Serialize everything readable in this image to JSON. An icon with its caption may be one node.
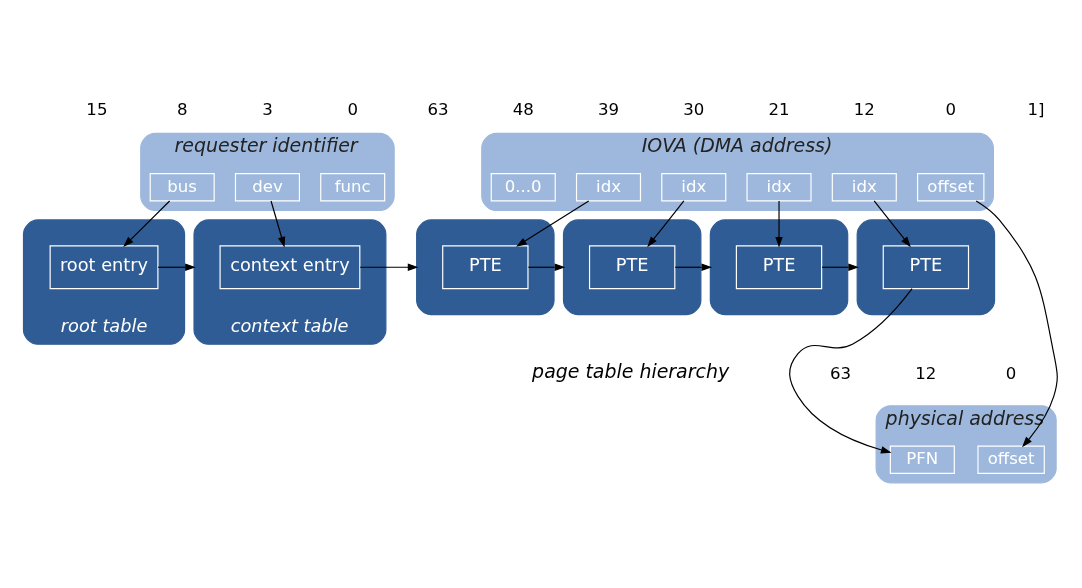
{
  "diagram": {
    "nodes": [
      {
        "text": [
          "requester identifier"
        ]
      },
      {
        "text": [
          "bus"
        ],
        "in": 0
      },
      {
        "text": [
          "dev"
        ],
        "in": 0
      },
      {
        "text": [
          "func"
        ],
        "in": 0
      },
      {
        "text": [
          "IOVA (DMA address)"
        ]
      },
      {
        "text": [
          "0...0"
        ],
        "in": 4
      },
      {
        "text": [
          "idx"
        ],
        "in": 4
      },
      {
        "text": [
          "idx"
        ],
        "in": 4
      },
      {
        "text": [
          "idx"
        ],
        "in": 4
      },
      {
        "text": [
          "idx"
        ],
        "in": 4
      },
      {
        "text": [
          "offset"
        ],
        "in": 4
      },
      {
        "text": [
          "root table"
        ]
      },
      {
        "text": [
          "root entry"
        ],
        "in": 11
      },
      {
        "text": [
          "context table"
        ]
      },
      {
        "text": [
          "context entry"
        ],
        "in": 13
      },
      {
        "text": [],
        "shape": "box"
      },
      {
        "text": [],
        "shape": "box"
      },
      {
        "text": [],
        "shape": "box"
      },
      {
        "text": [],
        "shape": "box"
      },
      {
        "text": [
          "PTE"
        ],
        "in": 15
      },
      {
        "text": [
          "PTE"
        ],
        "in": 16
      },
      {
        "text": [
          "PTE"
        ],
        "in": 17
      },
      {
        "text": [
          "PTE"
        ],
        "in": 18
      },
      {
        "text": [
          "physical address"
        ]
      },
      {
        "text": [
          "PFN"
        ],
        "in": 23
      },
      {
        "text": [
          "offset"
        ],
        "in": 23
      }
    ],
    "edges": [
      {
        "from": 1,
        "to": 12,
        "arrow": "to"
      },
      {
        "from": 2,
        "to": 14,
        "arrow": "to"
      },
      {
        "from": 12,
        "to": 13,
        "arrow": "to"
      },
      {
        "from": 14,
        "to": 15,
        "arrow": "to"
      },
      {
        "from": 6,
        "to": 19,
        "arrow": "to"
      },
      {
        "from": 7,
        "to": 20,
        "arrow": "to"
      },
      {
        "from": 8,
        "to": 21,
        "arrow": "to"
      },
      {
        "from": 9,
        "to": 22,
        "arrow": "to"
      },
      {
        "from": 19,
        "to": 16,
        "arrow": "to"
      },
      {
        "from": 20,
        "to": 17,
        "arrow": "to"
      },
      {
        "from": 21,
        "to": 18,
        "arrow": "to"
      },
      {
        "from": 22,
        "to": 24,
        "arrow": "to"
      },
      {
        "from": 10,
        "to": 25,
        "arrow": "to"
      }
    ],
    "labels": [
      "15",
      "8",
      "3",
      "0",
      "63",
      "48",
      "39",
      "30",
      "21",
      "12",
      "0",
      "1]",
      "page table hierarchy",
      "63",
      "12",
      "0"
    ]
  }
}
